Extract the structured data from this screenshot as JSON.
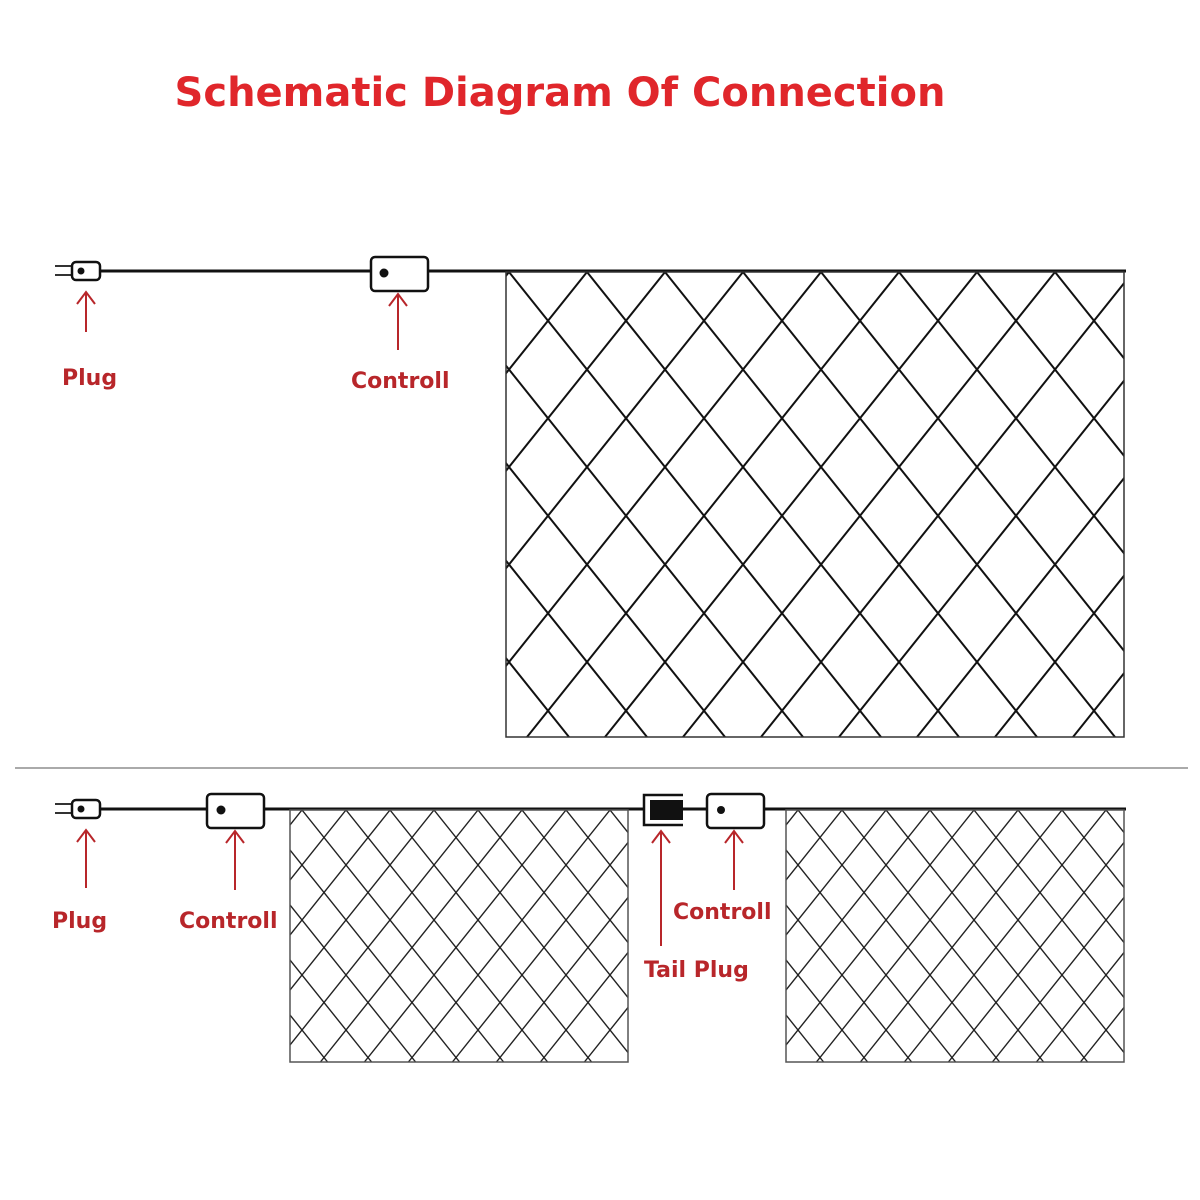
{
  "title": "Schematic Diagram Of Connection",
  "colors": {
    "title": "#e0262b",
    "label": "#b8262a",
    "arrow": "#b8262a",
    "line": "#111111"
  },
  "diagram_single": {
    "labels": {
      "plug": "Plug",
      "controller": "Controll"
    }
  },
  "diagram_linked": {
    "labels": {
      "plug": "Plug",
      "controller_1": "Controll",
      "tail_plug": "Tail Plug",
      "controller_2": "Controll"
    }
  }
}
